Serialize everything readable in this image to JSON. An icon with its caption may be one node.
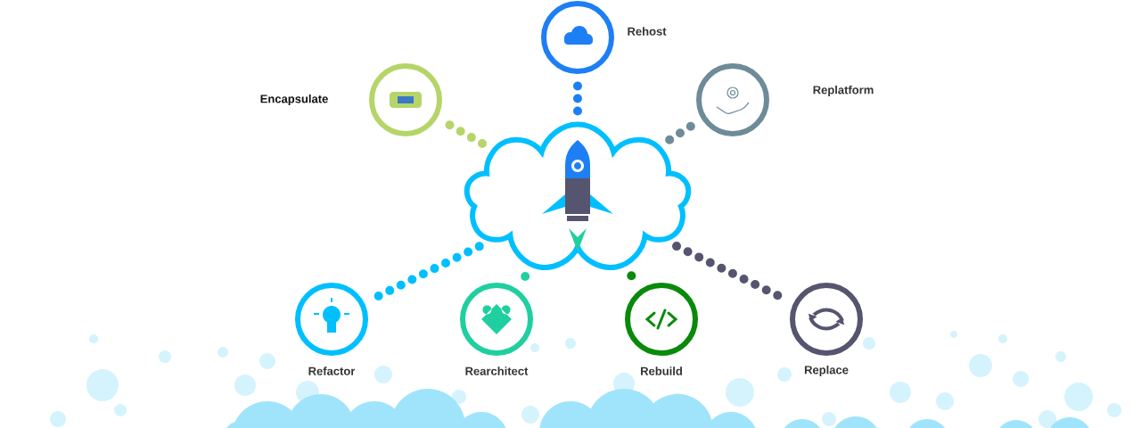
{
  "diagram": {
    "nodes": [
      {
        "text": [],
        "shape": "cloud"
      },
      {
        "text": [
          "Rehost"
        ]
      },
      {
        "text": [
          "Encapsulate"
        ]
      },
      {
        "text": [
          "Replatform"
        ]
      },
      {
        "text": [
          "Refactor"
        ]
      },
      {
        "text": [
          "Rearchitect"
        ]
      },
      {
        "text": [
          "Rebuild"
        ]
      },
      {
        "text": [
          "Replace"
        ]
      }
    ],
    "edges": [
      {
        "from": 0,
        "to": 1,
        "arrow": "none",
        "color": "#1e7ff5"
      },
      {
        "from": 0,
        "to": 2,
        "arrow": "none",
        "color": "#b5d56a"
      },
      {
        "from": 0,
        "to": 3,
        "arrow": "none",
        "color": "#6e8b99"
      },
      {
        "from": 0,
        "to": 4,
        "arrow": "none",
        "color": "#00bfff"
      },
      {
        "from": 0,
        "to": 5,
        "arrow": "none",
        "color": "#20cfa0"
      },
      {
        "from": 0,
        "to": 6,
        "arrow": "none",
        "color": "#0a8a0a"
      },
      {
        "from": 0,
        "to": 7,
        "arrow": "none",
        "color": "#555570"
      }
    ]
  }
}
